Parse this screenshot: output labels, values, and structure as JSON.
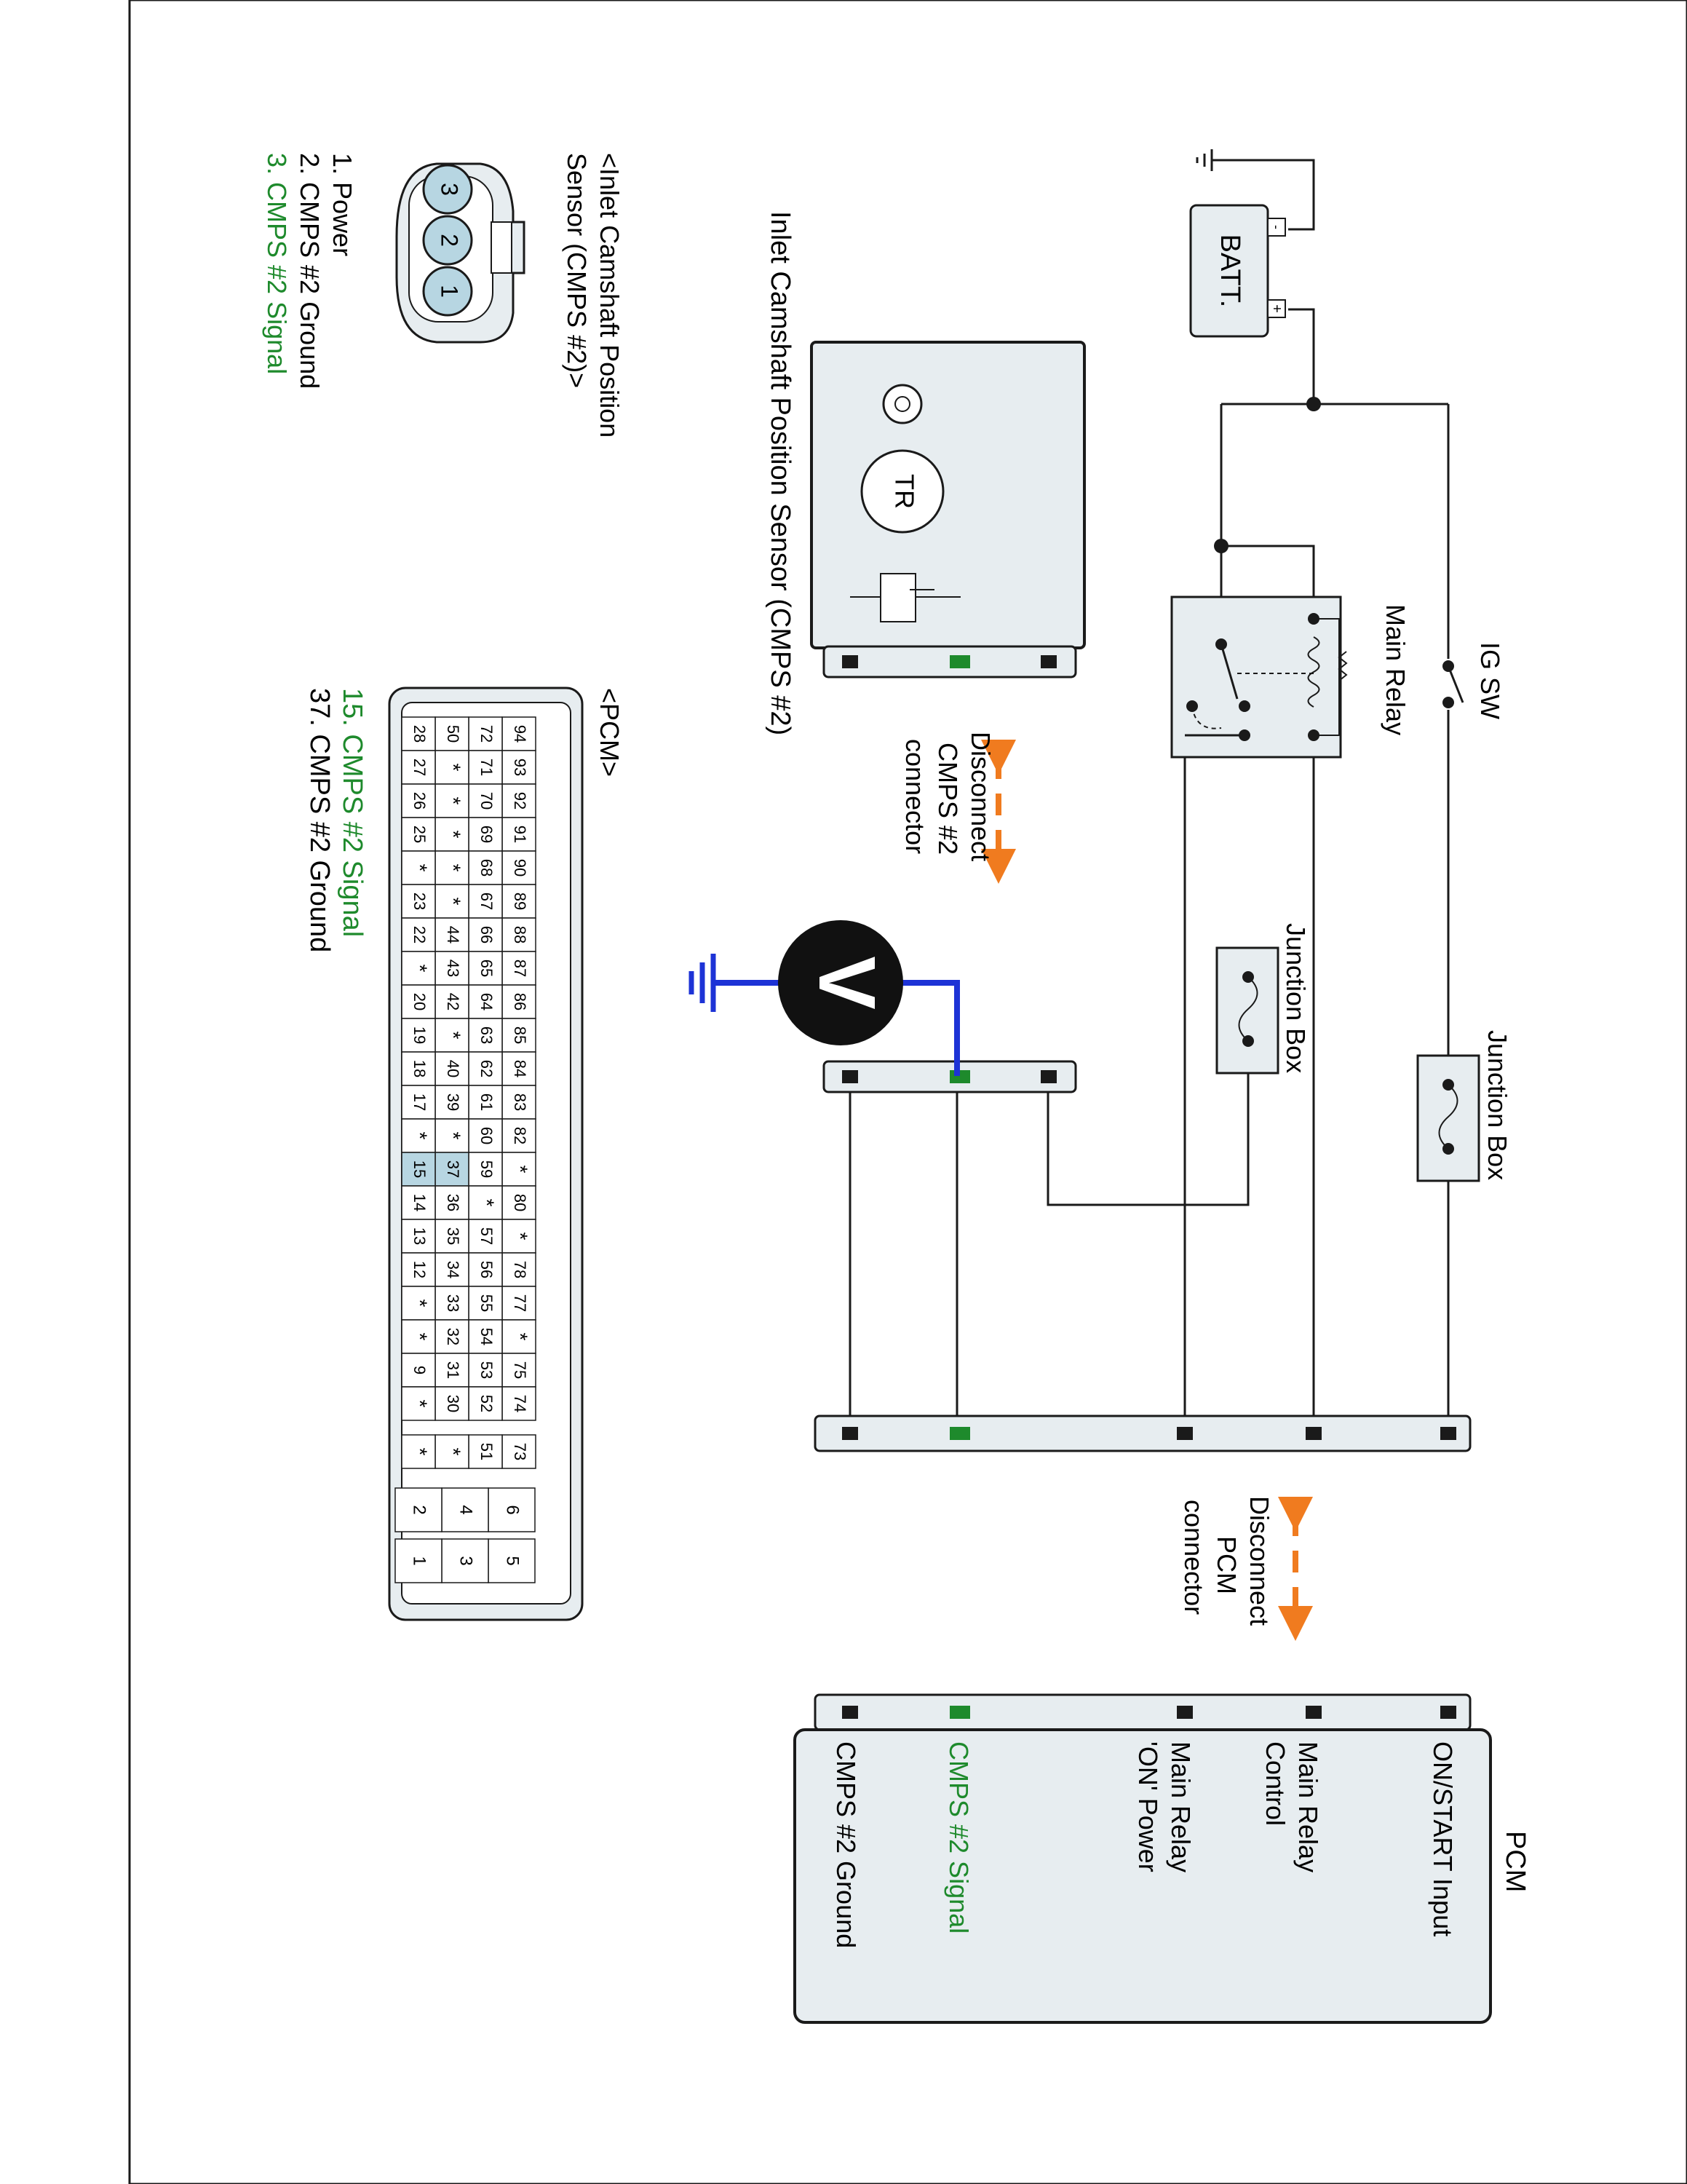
{
  "colors": {
    "line": "#1a1a1a",
    "fill": "#e7edf0",
    "accent_green": "#1e8a2c",
    "probe_blue": "#1d33d6",
    "arrow_orange": "#f07b1f",
    "pin_highlight": "#b7d6e2"
  },
  "battery": {
    "label": "BATT.",
    "minus": "-",
    "plus": "+"
  },
  "ig_switch": {
    "label": "IG SW"
  },
  "main_relay": {
    "label": "Main Relay"
  },
  "junction_box_1": {
    "label": "Junction Box"
  },
  "junction_box_2": {
    "label": "Junction Box"
  },
  "sensor": {
    "title": "Inlet Camshaft Position Sensor (CMPS #2)",
    "tr_label": "TR"
  },
  "disconnect_cmps": {
    "line1": "Disconnect",
    "line2": "CMPS #2",
    "line3": "connector"
  },
  "disconnect_pcm": {
    "line1": "Disconnect",
    "line2": "PCM",
    "line3": "connector"
  },
  "voltmeter": {
    "label": "V"
  },
  "pcm": {
    "title": "PCM",
    "terminals": [
      {
        "label": "ON/START Input",
        "color": "black"
      },
      {
        "label": "Main Relay Control",
        "color": "black"
      },
      {
        "label": "Main Relay 'ON' Power",
        "color": "black"
      },
      {
        "label": "CMPS #2 Signal",
        "color": "green"
      },
      {
        "label": "CMPS #2 Ground",
        "color": "black"
      }
    ]
  },
  "legend_sensor": {
    "title_line1": "<Inlet Camshaft Position",
    "title_line2": "Sensor (CMPS #2)>",
    "pins": [
      "1",
      "2",
      "3"
    ],
    "items": [
      {
        "text": "1. Power",
        "color": "black"
      },
      {
        "text": "2. CMPS #2 Ground",
        "color": "black"
      },
      {
        "text": "3. CMPS #2 Signal",
        "color": "green"
      }
    ]
  },
  "legend_pcm": {
    "title": "<PCM>",
    "items": [
      {
        "text": "15. CMPS #2 Signal",
        "color": "green"
      },
      {
        "text": "37. CMPS #2 Ground",
        "color": "black"
      }
    ],
    "grid_rows": [
      [
        "94",
        "93",
        "92",
        "91",
        "90",
        "89",
        "88",
        "87",
        "86",
        "85",
        "84",
        "83",
        "82",
        "*",
        "80",
        "*",
        "78",
        "77",
        "*",
        "75",
        "74"
      ],
      [
        "72",
        "71",
        "70",
        "69",
        "68",
        "67",
        "66",
        "65",
        "64",
        "63",
        "62",
        "61",
        "60",
        "59",
        "*",
        "57",
        "56",
        "55",
        "54",
        "53",
        "52"
      ],
      [
        "50",
        "*",
        "*",
        "*",
        "*",
        "*",
        "44",
        "43",
        "42",
        "*",
        "40",
        "39",
        "*",
        "37",
        "36",
        "35",
        "34",
        "33",
        "32",
        "31",
        "30"
      ],
      [
        "28",
        "27",
        "26",
        "25",
        "*",
        "23",
        "22",
        "*",
        "20",
        "19",
        "18",
        "17",
        "*",
        "15",
        "14",
        "13",
        "12",
        "*",
        "*",
        "9",
        "*"
      ]
    ],
    "side_column": [
      "73",
      "51",
      "*",
      "*"
    ],
    "small_pins": [
      [
        "6",
        "4",
        "2"
      ],
      [
        "5",
        "3",
        "1"
      ]
    ],
    "highlighted": [
      "37",
      "15"
    ]
  }
}
